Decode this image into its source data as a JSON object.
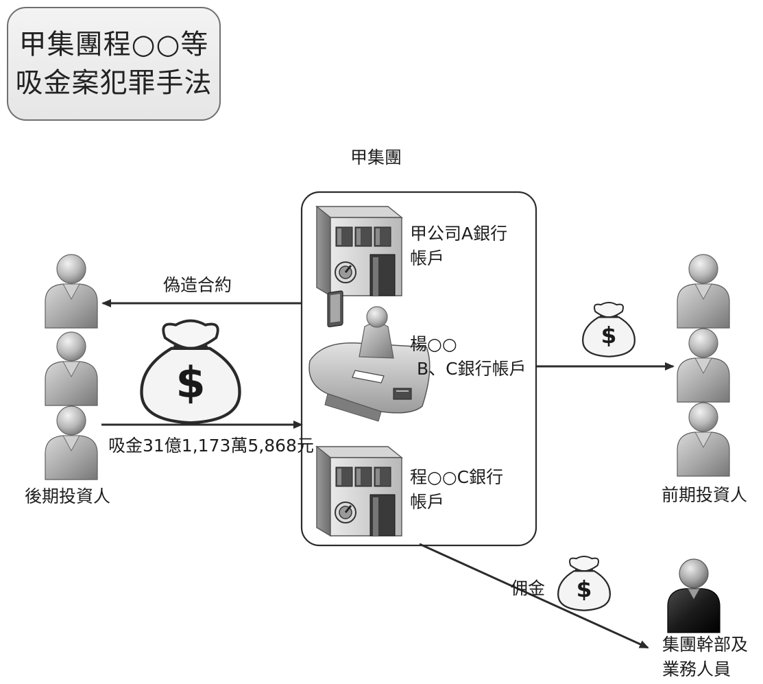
{
  "title": "甲集團程○○等\n吸金案犯罪手法",
  "group_label": "甲集團",
  "accounts": {
    "company_a": "甲公司A銀行\n帳戶",
    "yang": "楊○○",
    "yang_accounts": "B、C銀行帳戶",
    "cheng": "程○○C銀行\n帳戶"
  },
  "flows": {
    "forged_contract": "偽造合約",
    "raised_funds": "吸金31億1,173萬5,868元",
    "commission": "佣金"
  },
  "parties": {
    "later_investors": "後期投資人",
    "earlier_investors": "前期投資人",
    "staff": "集團幹部及\n業務人員"
  },
  "icons": {
    "person": "person-icon",
    "money_bag": "money-bag-icon",
    "bank_building": "bank-building-icon",
    "desk_worker": "desk-worker-icon"
  },
  "colors": {
    "line": "#2b2b2b",
    "person_light": "#a9a9a9",
    "person_dark": "#1b1b1b",
    "bag_fill": "#f4f4f4"
  }
}
